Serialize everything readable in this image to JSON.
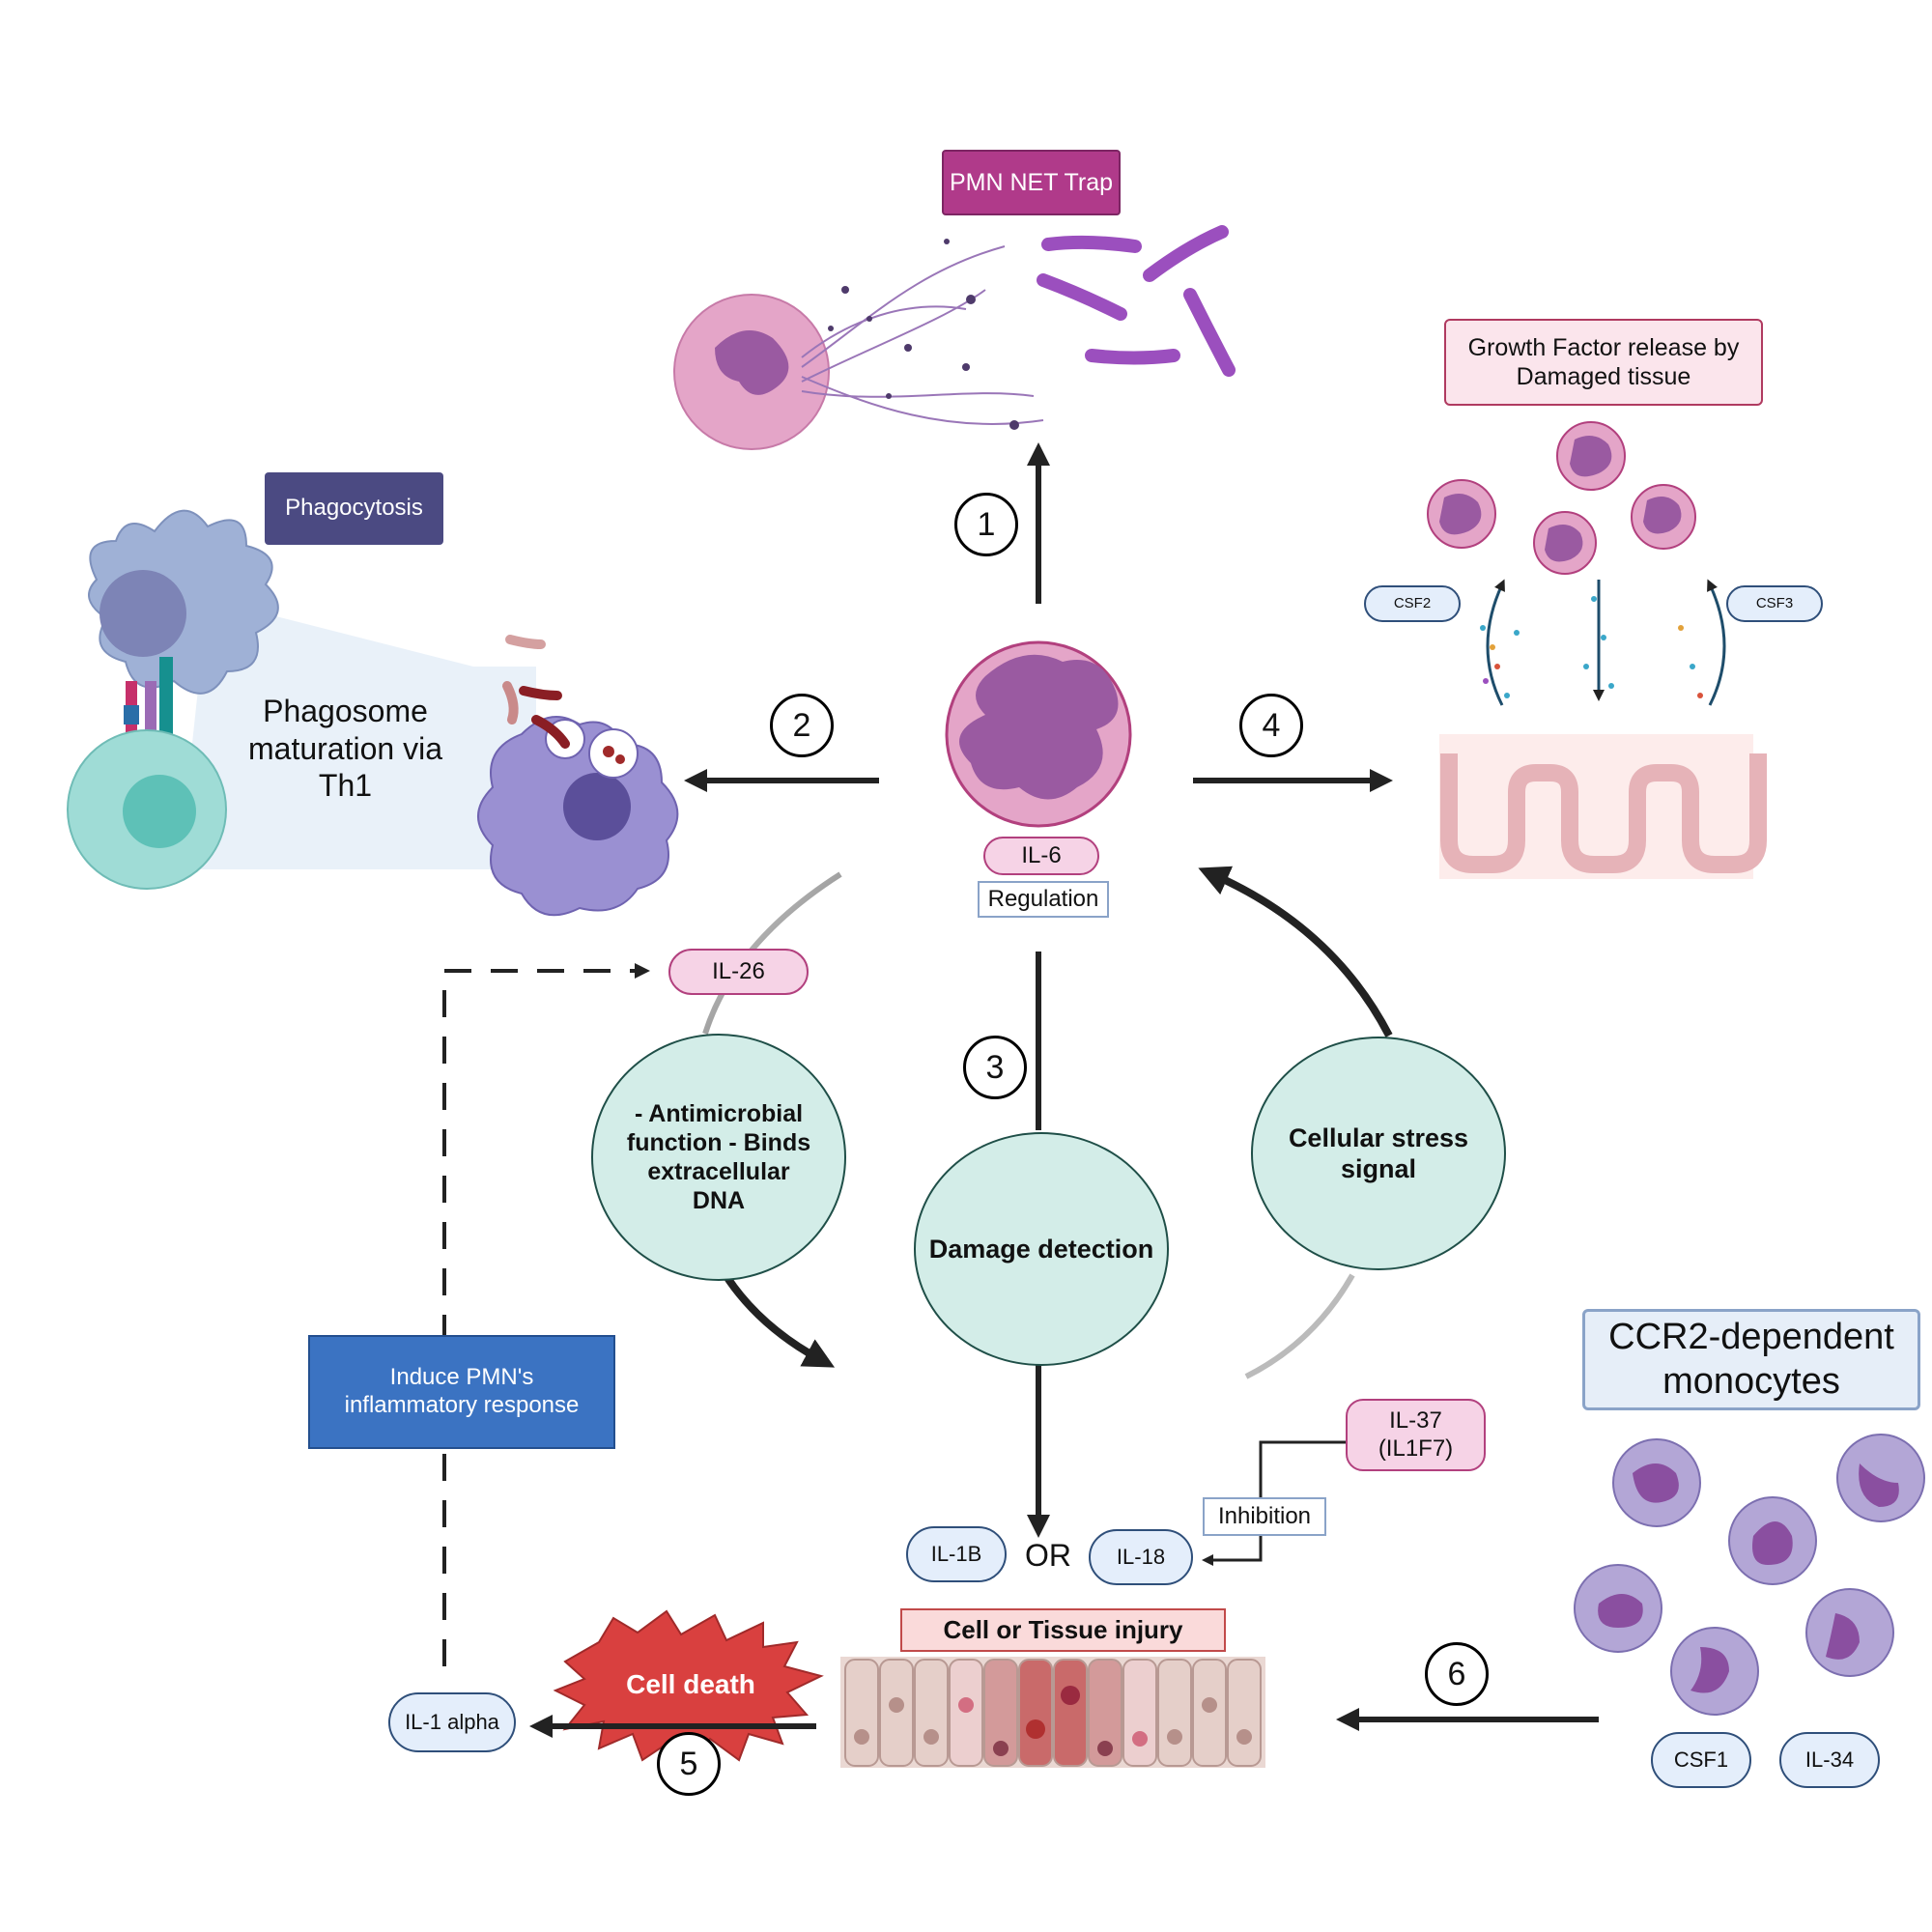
{
  "labels": {
    "pmn_net_trap": "PMN NET Trap",
    "growth_factor": "Growth Factor release by Damaged tissue",
    "phagocytosis": "Phagocytosis",
    "phagosome": "Phagosome maturation via Th1",
    "il6": "IL-6",
    "regulation": "Regulation",
    "il26": "IL-26",
    "csf2": "CSF2",
    "csf3": "CSF3",
    "antimicrobial": "- Antimicrobial function - Binds extracellular DNA",
    "damage_detection": "Damage detection",
    "cellular_stress": "Cellular stress signal",
    "induce_pmn": "Induce PMN's inflammatory response",
    "ccr2": "CCR2-dependent monocytes",
    "il37": "IL-37 (IL1F7)",
    "inhibition": "Inhibition",
    "il1b": "IL-1B",
    "or": "OR",
    "il18": "IL-18",
    "cell_tissue_injury": "Cell or Tissue injury",
    "cell_death": "Cell death",
    "il1_alpha": "IL-1 alpha",
    "csf1": "CSF1",
    "il34": "IL-34"
  },
  "steps": [
    "1",
    "2",
    "3",
    "4",
    "5",
    "6"
  ],
  "colors": {
    "net_trap_box": "#b03a8a",
    "phagocytosis_box": "#4b4a82",
    "induce_box": "#3b73c2",
    "cell_death_burst": "#d9403f",
    "neutrophil_fill": "#e4a5c8",
    "nucleus": "#9a5aa1",
    "monocyte_fill": "#b3a6d6",
    "teal_circle": "#d3ede8"
  },
  "icons": [
    "neutrophil-icon",
    "bacteria-icon",
    "dendritic-cell-icon",
    "t-cell-icon",
    "macrophage-icon",
    "tissue-villi-icon",
    "monocyte-icon",
    "epithelium-icon"
  ]
}
